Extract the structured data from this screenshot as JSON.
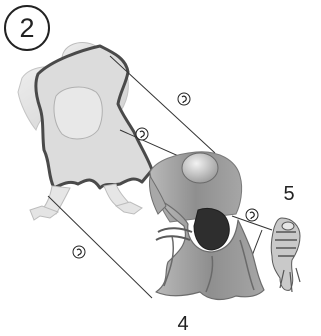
{
  "step": {
    "number": "2"
  },
  "callouts": [
    {
      "id": "4",
      "label": "4"
    },
    {
      "id": "5",
      "label": "5"
    }
  ],
  "icons": {
    "snap_symbol": "ear-snap-icon"
  },
  "colors": {
    "ghost_body": "#e3e3e3",
    "ghost_outline": "#4a4a4a",
    "cloak": "#9b9b9b",
    "cloak_dark": "#6f6f6f",
    "guide_line": "#333333",
    "number_text": "#222222"
  }
}
